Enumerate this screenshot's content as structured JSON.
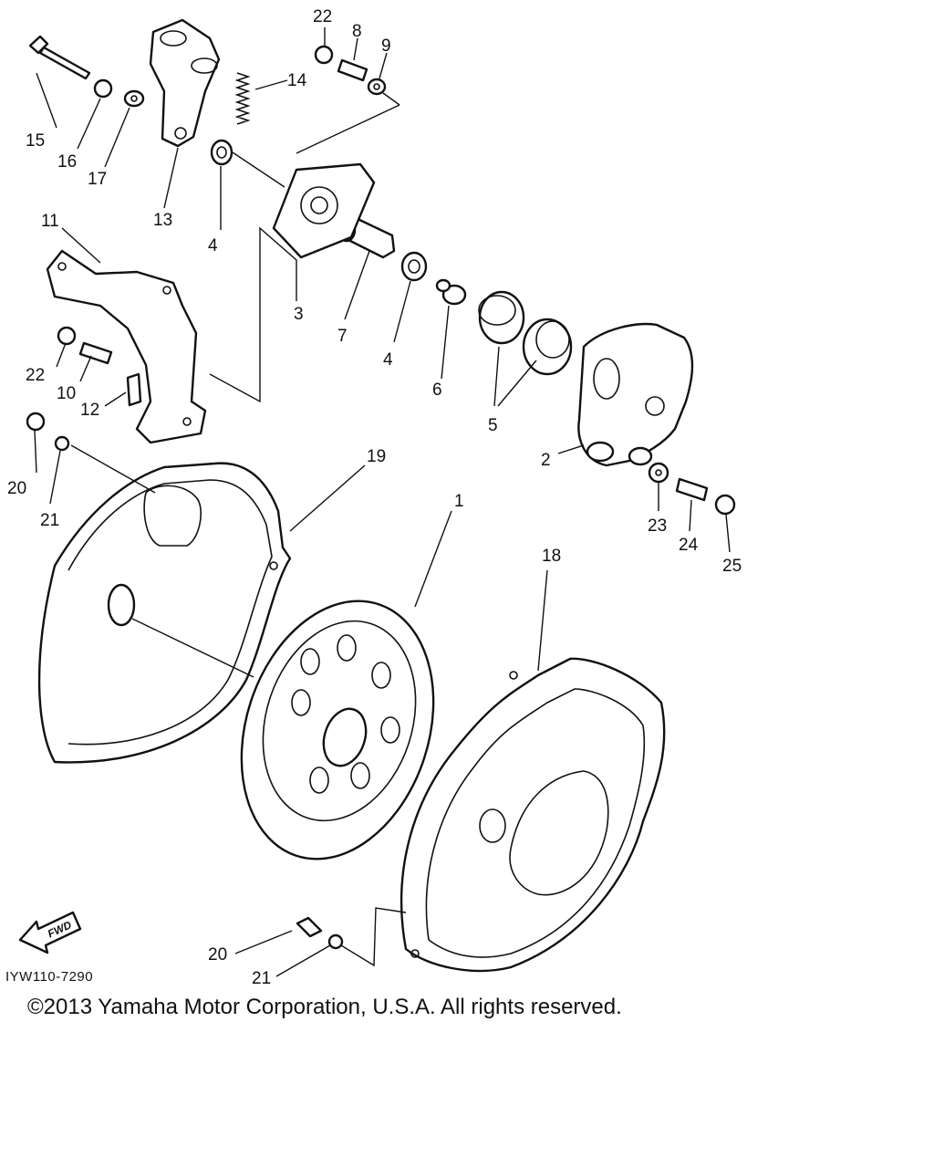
{
  "diagram_code": "IYW110-7290",
  "fwd_label": "FWD",
  "copyright": "©2013 Yamaha Motor Corporation, U.S.A. All rights reserved.",
  "callouts": {
    "c1": "1",
    "c2": "2",
    "c3": "3",
    "c4a": "4",
    "c4b": "4",
    "c5": "5",
    "c6": "6",
    "c7": "7",
    "c8": "8",
    "c9": "9",
    "c10": "10",
    "c11": "11",
    "c12": "12",
    "c13": "13",
    "c14": "14",
    "c15": "15",
    "c16": "16",
    "c17": "17",
    "c18": "18",
    "c19": "19",
    "c20a": "20",
    "c20b": "20",
    "c21a": "21",
    "c21b": "21",
    "c22a": "22",
    "c22b": "22",
    "c23": "23",
    "c24": "24",
    "c25": "25"
  }
}
